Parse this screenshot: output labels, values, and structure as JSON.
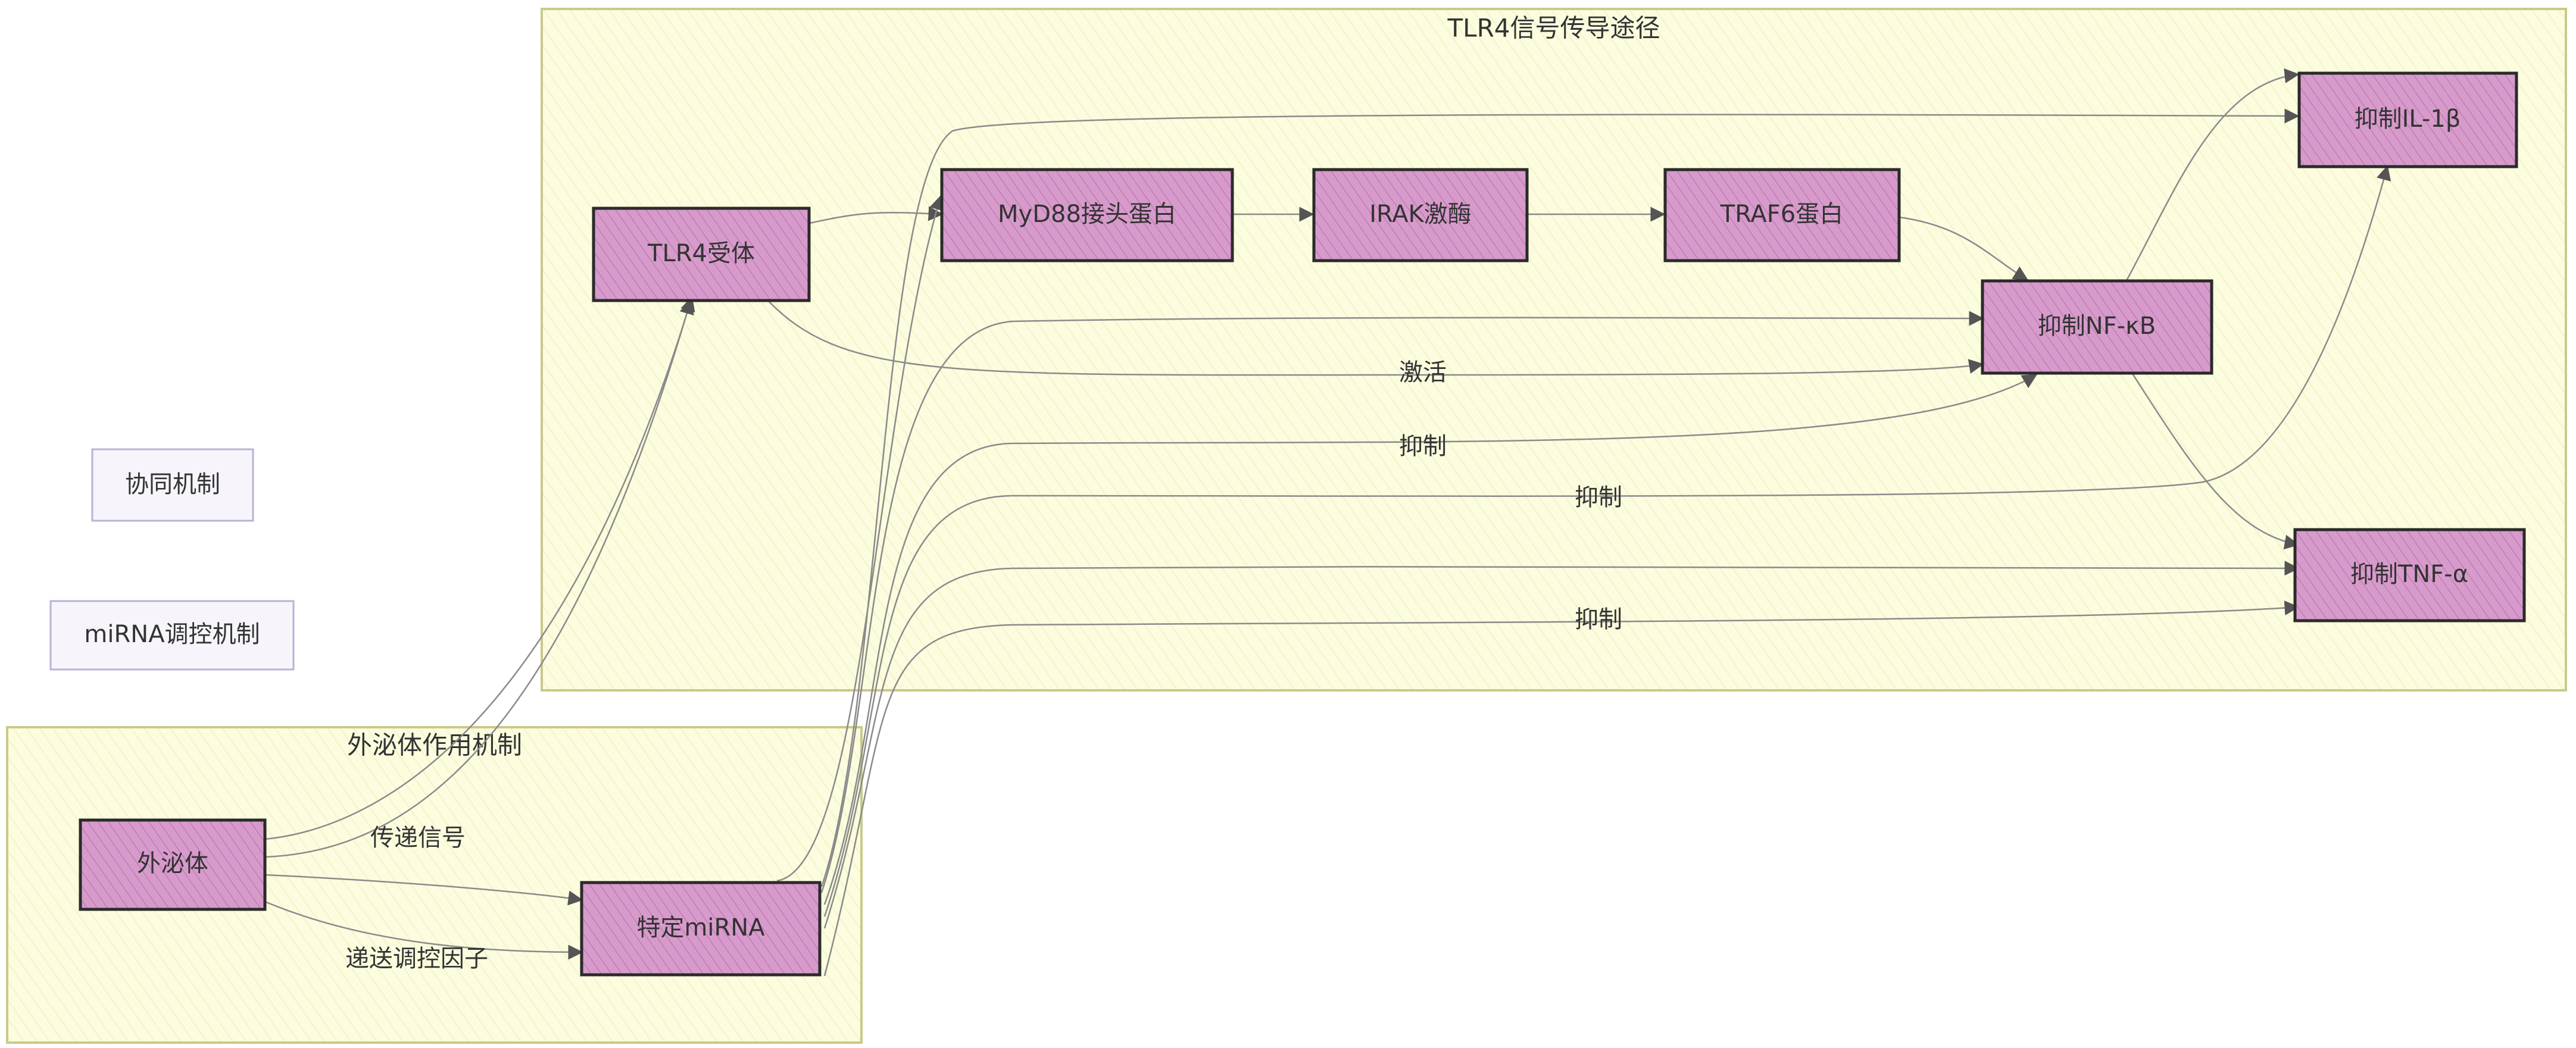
{
  "clusters": {
    "tlr4": {
      "title": "TLR4信号传导途径"
    },
    "exosome": {
      "title": "外泌体作用机制"
    }
  },
  "nodes": {
    "exosome": "外泌体",
    "mirna": "特定miRNA",
    "tlr4": "TLR4受体",
    "myd88": "MyD88接头蛋白",
    "irak": "IRAK激酶",
    "traf6": "TRAF6蛋白",
    "nfkb": "抑制NF-κB",
    "il1b": "抑制IL-1β",
    "tnfa": "抑制TNF-α"
  },
  "legend": {
    "synergy": "协同机制",
    "mirna_regulation": "miRNA调控机制"
  },
  "edge_labels": {
    "transmit_signal": "传递信号",
    "deliver_factor": "递送调控因子",
    "activate": "激活",
    "inhibit_1": "抑制",
    "inhibit_2": "抑制",
    "inhibit_3": "抑制"
  },
  "colors": {
    "node_fill": "#d18fc4",
    "node_stroke": "#2a2a2a",
    "cluster_fill": "#fbfbd9",
    "cluster_stroke": "#c9c98a",
    "edge": "#8a8a8a"
  }
}
